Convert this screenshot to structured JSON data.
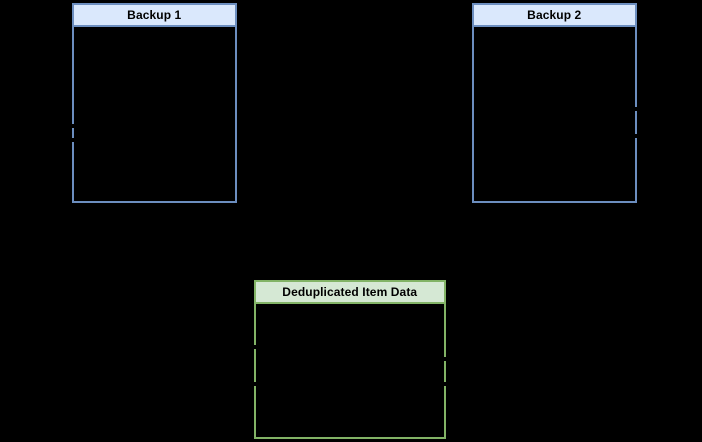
{
  "page": {
    "background_color": "#000000"
  },
  "diagram": {
    "boxes": [
      {
        "id": "backup1",
        "title": "Backup 1",
        "fill": "#dae8fc",
        "stroke": "#6c8ebf",
        "title_text_color": "#000000",
        "body_fill": "transparent"
      },
      {
        "id": "backup2",
        "title": "Backup 2",
        "fill": "#dae8fc",
        "stroke": "#6c8ebf",
        "title_text_color": "#000000",
        "body_fill": "transparent"
      },
      {
        "id": "dedup",
        "title": "Deduplicated Item Data",
        "fill": "#d5e8d4",
        "stroke": "#82b366",
        "title_text_color": "#000000",
        "body_fill": "transparent"
      }
    ]
  }
}
